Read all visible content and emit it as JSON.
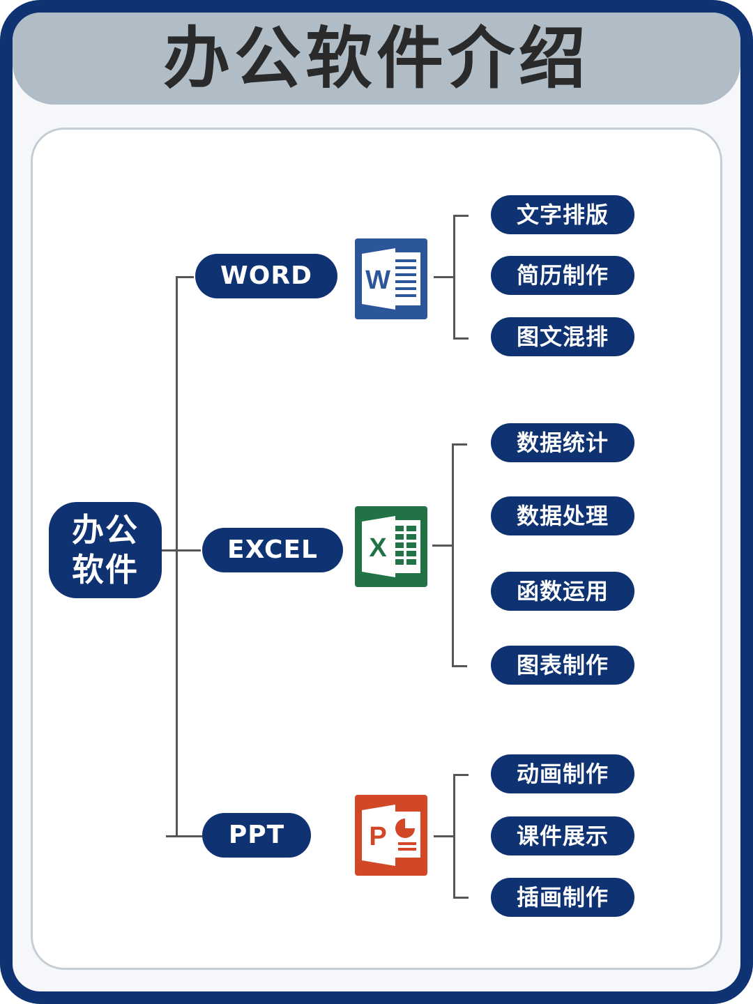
{
  "title": "办公软件介绍",
  "root": {
    "line1": "办公",
    "line2": "软件"
  },
  "branches": [
    {
      "label": "WORD",
      "icon": "word-icon",
      "icon_letter": "W",
      "color": "#2b579a",
      "leaves": [
        "文字排版",
        "简历制作",
        "图文混排"
      ]
    },
    {
      "label": "EXCEL",
      "icon": "excel-icon",
      "icon_letter": "X",
      "color": "#217346",
      "leaves": [
        "数据统计",
        "数据处理",
        "函数运用",
        "图表制作"
      ]
    },
    {
      "label": "PPT",
      "icon": "powerpoint-icon",
      "icon_letter": "P",
      "color": "#d24726",
      "leaves": [
        "动画制作",
        "课件展示",
        "插画制作"
      ]
    }
  ],
  "colors": {
    "frame": "#0e3272",
    "pill": "#0e3272",
    "title_bar": "#b0bcc6"
  }
}
